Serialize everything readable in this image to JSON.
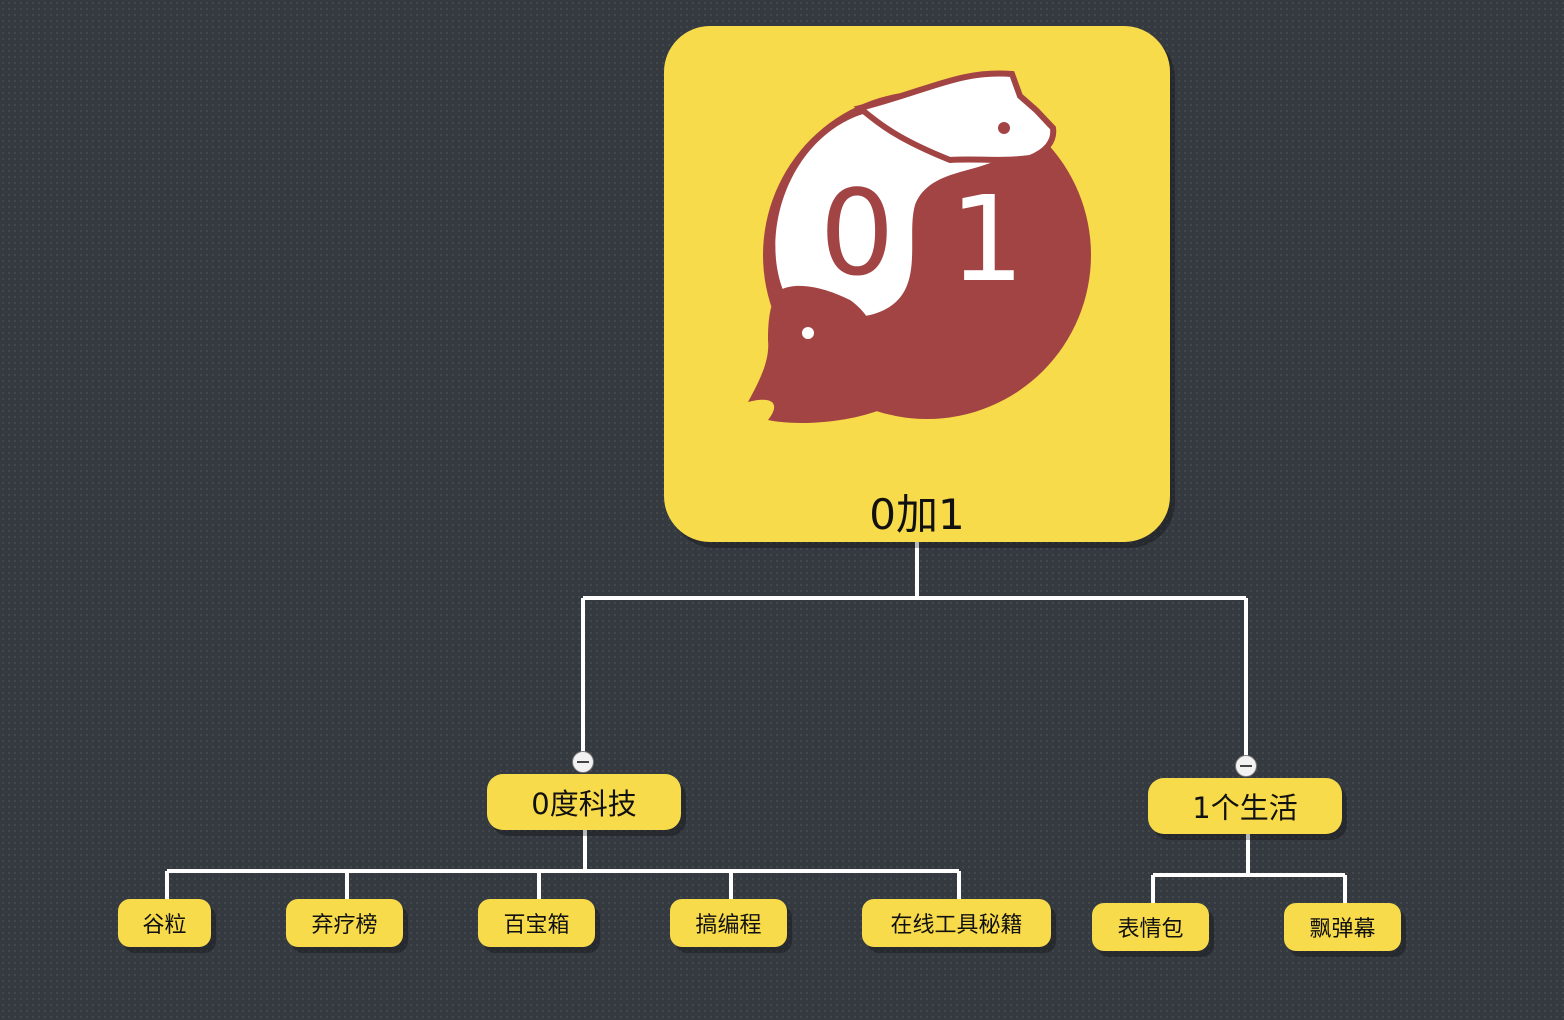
{
  "root": {
    "label": "0加1",
    "logo": {
      "left_digit": "0",
      "right_digit": "1",
      "circle_color": "#a34444",
      "background_color": "#f8db4a"
    }
  },
  "branches": [
    {
      "label": "0度科技",
      "collapse_icon": "minus-circle-icon",
      "children": [
        {
          "label": "谷粒"
        },
        {
          "label": "弃疗榜"
        },
        {
          "label": "百宝箱"
        },
        {
          "label": "搞编程"
        },
        {
          "label": "在线工具秘籍"
        }
      ]
    },
    {
      "label": "1个生活",
      "collapse_icon": "minus-circle-icon",
      "children": [
        {
          "label": "表情包"
        },
        {
          "label": "飘弹幕"
        }
      ]
    }
  ],
  "colors": {
    "node": "#f8db4a",
    "connector": "#ffffff",
    "background": "#353a40"
  }
}
